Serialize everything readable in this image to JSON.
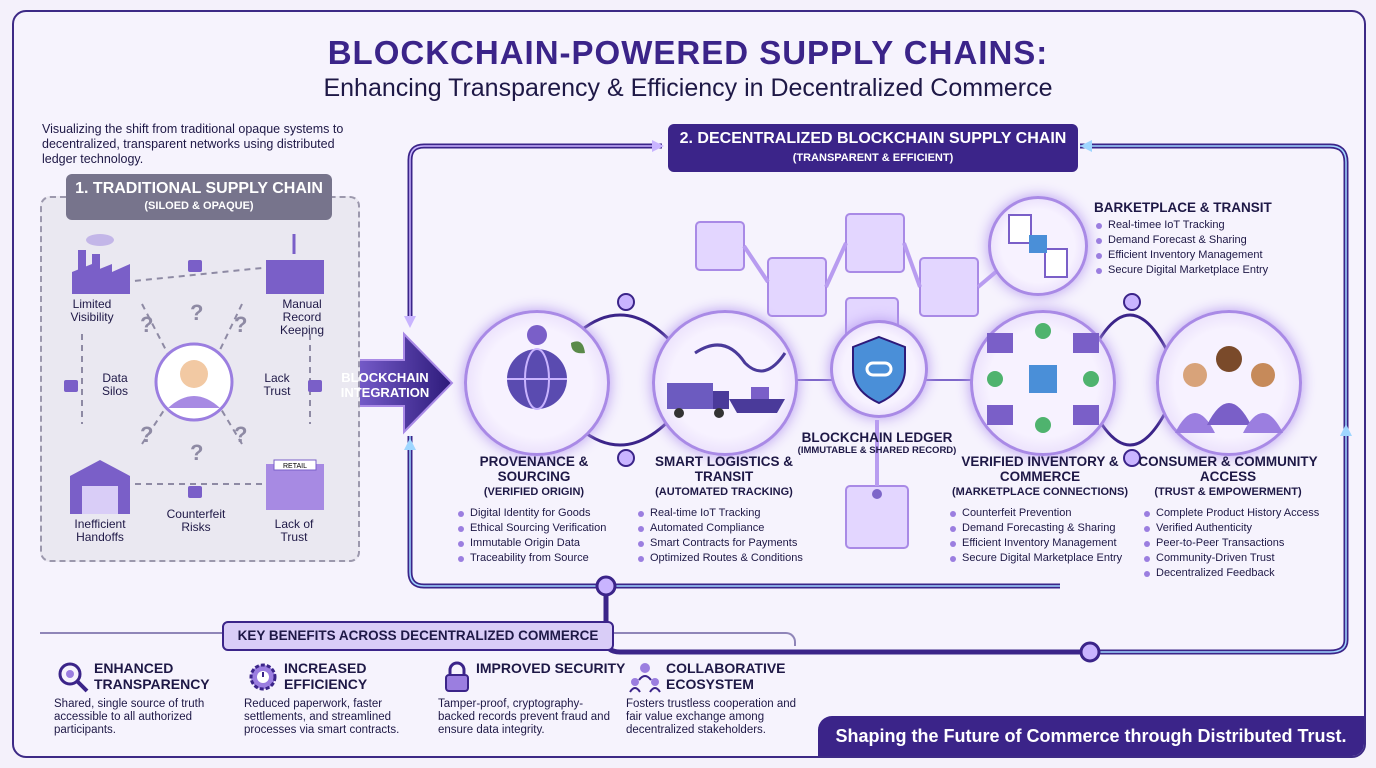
{
  "header": {
    "title": "BLOCKCHAIN-POWERED SUPPLY CHAINS:",
    "subtitle": "Enhancing Transparency & Efficiency in Decentralized Commerce"
  },
  "intro": "Visualizing the shift from traditional opaque systems to decentralized, transparent networks using distributed ledger technology.",
  "traditional": {
    "title": "1. TRADITIONAL SUPPLY CHAIN",
    "subtitle": "(SILOED & OPAQUE)",
    "labels": {
      "limited_visibility": "Limited Visibility",
      "manual_records": "Manual Record Keeping",
      "data_silos": "Data Silos",
      "lack_trust_1": "Lack Trust",
      "inefficient_handoffs": "Inefficient Handoffs",
      "counterfeit_risks": "Counterfeit Risks",
      "lack_of_trust": "Lack of Trust"
    },
    "store_sign": "RETAIL"
  },
  "integration_label": "BLOCKCHAIN INTEGRATION",
  "decentralized": {
    "title": "2. DECENTRALIZED BLOCKCHAIN SUPPLY CHAIN",
    "subtitle": "(TRANSPARENT & EFFICIENT)"
  },
  "sections": [
    {
      "title": "PROVENANCE & SOURCING",
      "subtitle": "(VERIFIED ORIGIN)",
      "items": [
        "Digital Identity for Goods",
        "Ethical Sourcing Verification",
        "Immutable Origin Data",
        "Traceability from Source"
      ]
    },
    {
      "title": "SMART LOGISTICS & TRANSIT",
      "subtitle": "(AUTOMATED TRACKING)",
      "items": [
        "Real-time IoT Tracking",
        "Automated Compliance",
        "Smart Contracts for Payments",
        "Optimized Routes & Conditions"
      ]
    },
    {
      "title": "VERIFIED INVENTORY & COMMERCE",
      "subtitle": "(MARKETPLACE CONNECTIONS)",
      "items": [
        "Counterfeit Prevention",
        "Demand Forecasting & Sharing",
        "Efficient Inventory Management",
        "Secure Digital Marketplace Entry"
      ]
    },
    {
      "title": "CONSUMER & COMMUNITY ACCESS",
      "subtitle": "(TRUST & EMPOWERMENT)",
      "items": [
        "Complete Product History Access",
        "Verified Authenticity",
        "Peer-to-Peer Transactions",
        "Community-Driven Trust",
        "Decentralized Feedback"
      ]
    }
  ],
  "ledger": {
    "title": "BLOCKCHAIN LEDGER",
    "subtitle": "(IMMUTABLE & SHARED RECORD)"
  },
  "marketplace": {
    "title": "BARKETPLACE & TRANSIT",
    "items": [
      "Real-timee IoT Tracking",
      "Demand Forecast & Sharing",
      "Efficient Inventory Management",
      "Secure Digital Marketplace Entry"
    ]
  },
  "benefits": {
    "title": "KEY BENEFITS ACROSS DECENTRALIZED COMMERCE",
    "items": [
      {
        "title": "ENHANCED TRANSPARENCY",
        "desc": "Shared, single source of truth accessible to all authorized participants.",
        "icon": "magnifier-eye-icon"
      },
      {
        "title": "INCREASED EFFICIENCY",
        "desc": "Reduced paperwork, faster settlements, and streamlined processes via smart contracts.",
        "icon": "gear-clock-icon"
      },
      {
        "title": "IMPROVED SECURITY",
        "desc": "Tamper-proof, cryptography-backed records prevent fraud and ensure data integrity.",
        "icon": "padlock-icon"
      },
      {
        "title": "COLLABORATIVE ECOSYSTEM",
        "desc": "Fosters trustless cooperation and fair value exchange among decentralized stakeholders.",
        "icon": "people-network-icon"
      }
    ]
  },
  "footer": "Shaping the Future of Commerce through Distributed Trust.",
  "colors": {
    "primary": "#3b2489",
    "accent": "#9b7ee0",
    "gray": "#77748c"
  }
}
